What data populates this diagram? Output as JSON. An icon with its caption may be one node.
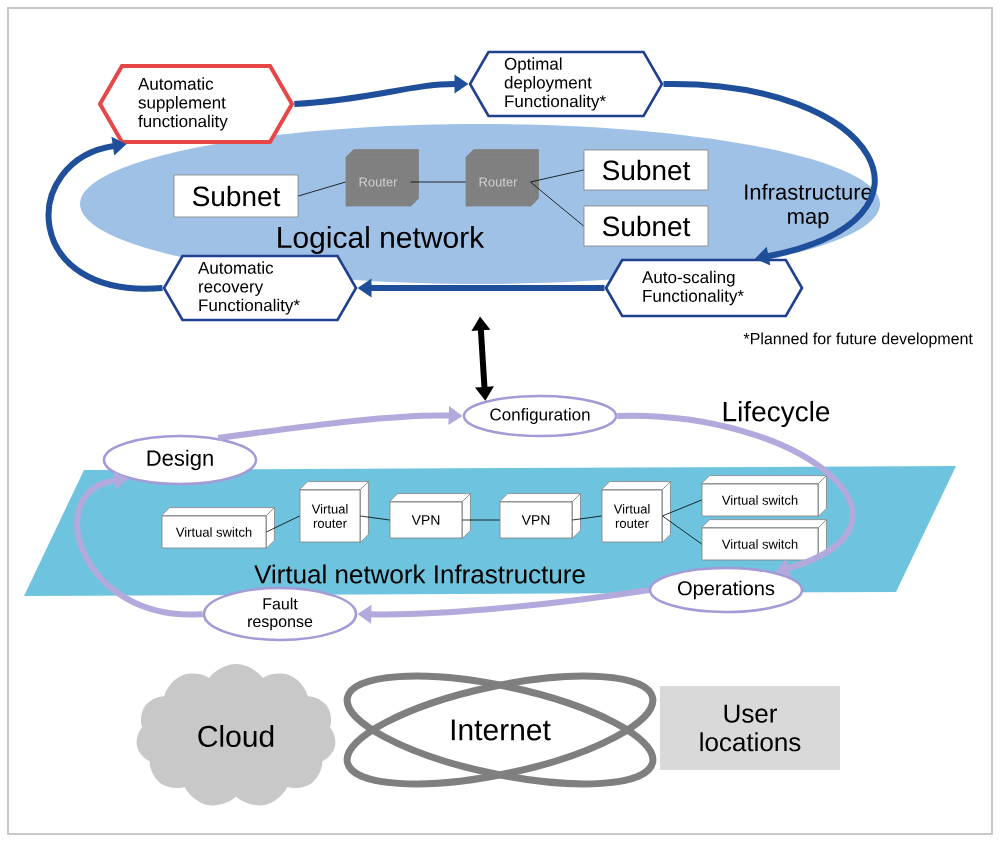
{
  "diagram": {
    "nodes": [
      {
        "text": [
          "Logical network",
          "Infrastructure map"
        ]
      },
      {
        "text": [
          "Subnet"
        ],
        "in": 0
      },
      {
        "text": [
          "Router"
        ],
        "in": 0
      },
      {
        "text": [
          "Router"
        ],
        "in": 0
      },
      {
        "text": [
          "Subnet"
        ],
        "in": 0
      },
      {
        "text": [
          "Subnet"
        ],
        "in": 0
      },
      {
        "text": [
          "Automatic supplement functionality"
        ]
      },
      {
        "text": [
          "Optimal deployment Functionality*"
        ]
      },
      {
        "text": [
          "Auto-scaling Functionality*"
        ]
      },
      {
        "text": [
          "Automatic recovery Functionality*"
        ]
      },
      {
        "text": [
          "Virtual network Infrastructure"
        ]
      },
      {
        "text": [
          "Virtual switch"
        ],
        "in": 10
      },
      {
        "text": [
          "Virtual router"
        ],
        "in": 10
      },
      {
        "text": [
          "VPN"
        ],
        "in": 10
      },
      {
        "text": [
          "VPN"
        ],
        "in": 10
      },
      {
        "text": [
          "Virtual router"
        ],
        "in": 10
      },
      {
        "text": [
          "Virtual switch"
        ],
        "in": 10
      },
      {
        "text": [
          "Virtual switch"
        ],
        "in": 10
      },
      {
        "text": [
          "Design"
        ]
      },
      {
        "text": [
          "Configuration"
        ]
      },
      {
        "text": [
          "Operations"
        ]
      },
      {
        "text": [
          "Fault response"
        ]
      },
      {
        "text": [
          "Cloud"
        ]
      },
      {
        "text": [
          "Internet"
        ]
      },
      {
        "text": [
          "User locations"
        ]
      }
    ],
    "edges": [
      {
        "from": 6,
        "to": 7,
        "arrow": "to",
        "style": "thick",
        "color": "#1f4e9a"
      },
      {
        "from": 7,
        "to": 8,
        "arrow": "to",
        "style": "thick",
        "color": "#1f4e9a"
      },
      {
        "from": 8,
        "to": 9,
        "arrow": "to",
        "style": "thick",
        "color": "#1f4e9a"
      },
      {
        "from": 9,
        "to": 6,
        "arrow": "to",
        "style": "thick",
        "color": "#1f4e9a"
      },
      {
        "from": 1,
        "to": 2,
        "arrow": "none"
      },
      {
        "from": 2,
        "to": 3,
        "arrow": "none"
      },
      {
        "from": 3,
        "to": 4,
        "arrow": "none"
      },
      {
        "from": 3,
        "to": 5,
        "arrow": "none"
      },
      {
        "from": 0,
        "to": 19,
        "arrow": "both",
        "style": "thick"
      },
      {
        "from": 18,
        "to": 19,
        "arrow": "to",
        "style": "thick",
        "color": "#b4a9dc"
      },
      {
        "from": 19,
        "to": 20,
        "arrow": "to",
        "style": "thick",
        "color": "#b4a9dc"
      },
      {
        "from": 20,
        "to": 21,
        "arrow": "to",
        "style": "thick",
        "color": "#b4a9dc"
      },
      {
        "from": 21,
        "to": 18,
        "arrow": "to",
        "style": "thick",
        "color": "#b4a9dc"
      },
      {
        "from": 11,
        "to": 12,
        "arrow": "none"
      },
      {
        "from": 12,
        "to": 13,
        "arrow": "none"
      },
      {
        "from": 13,
        "to": 14,
        "arrow": "none"
      },
      {
        "from": 14,
        "to": 15,
        "arrow": "none"
      },
      {
        "from": 15,
        "to": 16,
        "arrow": "none"
      },
      {
        "from": 15,
        "to": 17,
        "arrow": "none"
      }
    ],
    "labels": [
      "*Planned for future development",
      "Lifecycle"
    ]
  }
}
